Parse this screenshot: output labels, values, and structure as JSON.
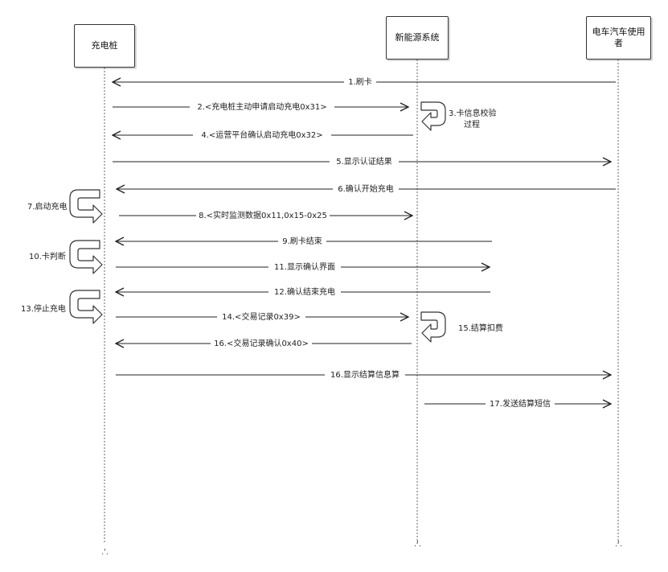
{
  "participants": {
    "charger": "充电桩",
    "system": "新能源系统",
    "user": "电车汽车使用者"
  },
  "messages": [
    {
      "label": "1.刷卡",
      "from": "user",
      "to": "charger"
    },
    {
      "label": "2.<充电桩主动申请启动充电0x31>",
      "from": "charger",
      "to": "system"
    },
    {
      "label": "4.<运营平台确认启动充电0x32>",
      "from": "system",
      "to": "charger"
    },
    {
      "label": "5.显示认证结果",
      "from": "charger",
      "to": "user"
    },
    {
      "label": "6.确认开始充电",
      "from": "user",
      "to": "charger"
    },
    {
      "label": "8.<实时监测数据0x11,0x15-0x25",
      "from": "charger",
      "to": "system"
    },
    {
      "label": "9.刷卡结束",
      "from": "user",
      "to": "charger"
    },
    {
      "label": "11.显示确认界面",
      "from": "charger",
      "to": "user"
    },
    {
      "label": "12.确认结束充电",
      "from": "user",
      "to": "charger"
    },
    {
      "label": "14.<交易记录0x39>",
      "from": "charger",
      "to": "system"
    },
    {
      "label": "16.<交易记录确认0x40>",
      "from": "system",
      "to": "charger"
    },
    {
      "label": "16.显示结算信息算",
      "from": "charger",
      "to": "user"
    },
    {
      "label": "17.发送结算短信",
      "from": "system",
      "to": "user"
    }
  ],
  "self_messages": [
    {
      "label_lines": [
        "3.卡信息校验",
        "过程"
      ],
      "on": "system"
    },
    {
      "label_lines": [
        "7.启动充电"
      ],
      "on": "charger"
    },
    {
      "label_lines": [
        "10.卡判断"
      ],
      "on": "charger"
    },
    {
      "label_lines": [
        "13.停止充电"
      ],
      "on": "charger"
    },
    {
      "label_lines": [
        "15.结算扣费"
      ],
      "on": "system"
    }
  ]
}
